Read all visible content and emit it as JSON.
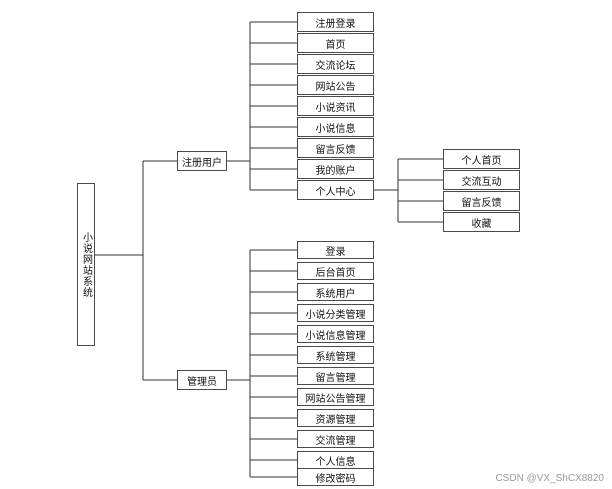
{
  "diagram": {
    "root": "小说网站系统",
    "registered_user": {
      "label": "注册用户",
      "items": [
        "注册登录",
        "首页",
        "交流论坛",
        "网站公告",
        "小说资讯",
        "小说信息",
        "留言反馈",
        "我的账户",
        "个人中心"
      ],
      "personal_center": {
        "items": [
          "个人首页",
          "交流互动",
          "留言反馈",
          "收藏"
        ]
      }
    },
    "admin": {
      "label": "管理员",
      "items": [
        "登录",
        "后台首页",
        "系统用户",
        "小说分类管理",
        "小说信息管理",
        "系统管理",
        "留言管理",
        "网站公告管理",
        "资源管理",
        "交流管理",
        "个人信息",
        "修改密码"
      ]
    }
  },
  "watermark": "CSDN @VX_ShCX8820",
  "colors": {
    "line": "#333333",
    "border": "#4a4a4a",
    "watermark": "#9a9a9a"
  }
}
